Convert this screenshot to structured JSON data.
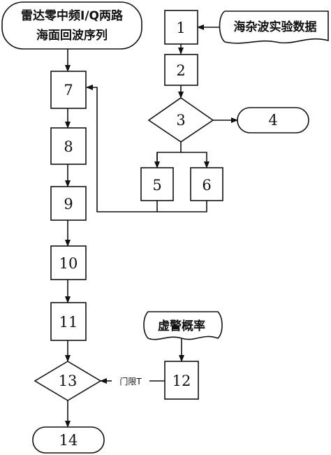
{
  "input_node": {
    "line1": "雷达零中频I/Q两路",
    "line2": "海面回波序列"
  },
  "data_node": {
    "label": "海杂波实验数据"
  },
  "far_node": {
    "label": "虚警概率"
  },
  "threshold_label": "门限T",
  "steps": {
    "s1": "1",
    "s2": "2",
    "s3": "3",
    "s4": "4",
    "s5": "5",
    "s6": "6",
    "s7": "7",
    "s8": "8",
    "s9": "9",
    "s10": "10",
    "s11": "11",
    "s12": "12",
    "s13": "13",
    "s14": "14"
  }
}
